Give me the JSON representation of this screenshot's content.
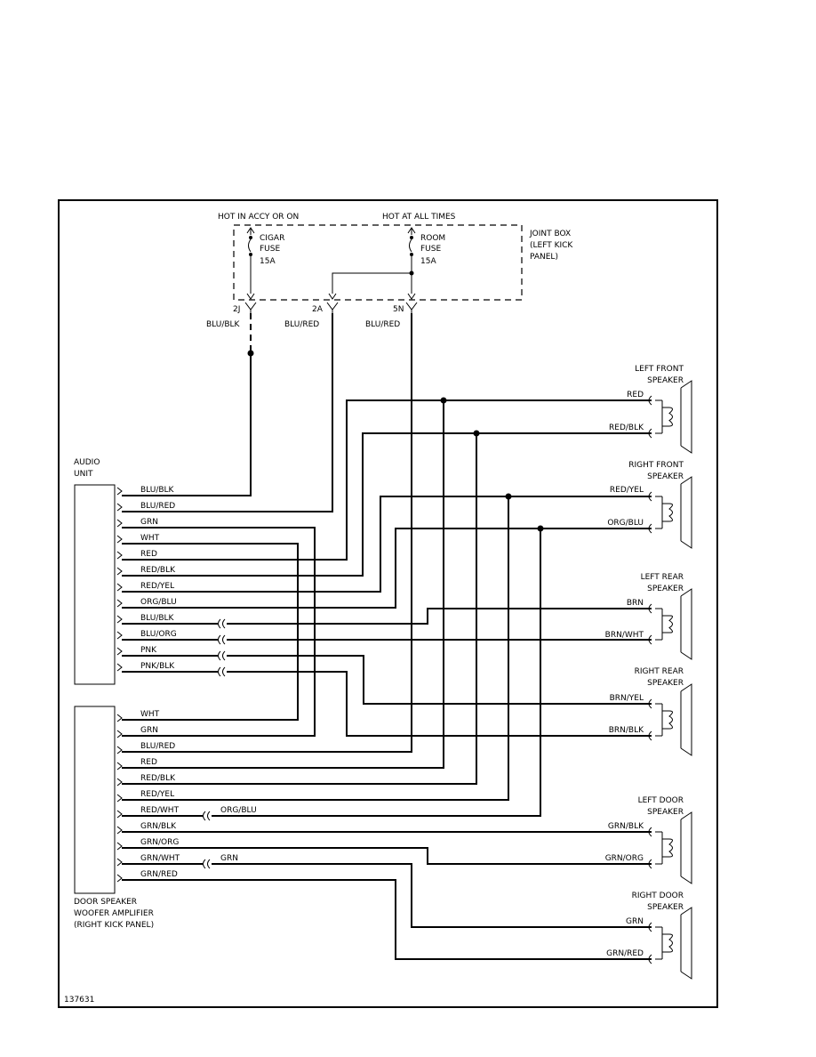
{
  "power": {
    "accy_label": "HOT IN ACCY OR ON",
    "all_times_label": "HOT AT ALL TIMES",
    "joint_box": [
      "JOINT BOX",
      "(LEFT KICK",
      "PANEL)"
    ],
    "fuse_cigar": [
      "CIGAR",
      "FUSE",
      "15A"
    ],
    "fuse_room": [
      "ROOM",
      "FUSE",
      "15A"
    ]
  },
  "connectors": [
    {
      "id": "2J",
      "wire": "BLU/BLK"
    },
    {
      "id": "2A",
      "wire": "BLU/RED"
    },
    {
      "id": "5N",
      "wire": "BLU/RED"
    }
  ],
  "audio_unit": {
    "title": [
      "AUDIO",
      "UNIT"
    ],
    "pins": [
      "BLU/BLK",
      "BLU/RED",
      "GRN",
      "WHT",
      "RED",
      "RED/BLK",
      "RED/YEL",
      "ORG/BLU",
      "BLU/BLK",
      "BLU/ORG",
      "PNK",
      "PNK/BLK"
    ]
  },
  "amplifier": {
    "title": [
      "DOOR SPEAKER",
      "WOOFER AMPLIFIER",
      "(RIGHT KICK PANEL)"
    ],
    "pins": [
      "WHT",
      "GRN",
      "BLU/RED",
      "RED",
      "RED/BLK",
      "RED/YEL",
      "RED/WHT",
      "GRN/BLK",
      "GRN/ORG",
      "GRN/WHT",
      "GRN/RED"
    ],
    "ext_labels": {
      "red_wht": "ORG/BLU",
      "grn_wht": "GRN"
    }
  },
  "speakers": [
    {
      "name": [
        "LEFT FRONT",
        "SPEAKER"
      ],
      "wires": [
        "RED",
        "RED/BLK"
      ]
    },
    {
      "name": [
        "RIGHT FRONT",
        "SPEAKER"
      ],
      "wires": [
        "RED/YEL",
        "ORG/BLU"
      ]
    },
    {
      "name": [
        "LEFT REAR",
        "SPEAKER"
      ],
      "wires": [
        "BRN",
        "BRN/WHT"
      ]
    },
    {
      "name": [
        "RIGHT REAR",
        "SPEAKER"
      ],
      "wires": [
        "BRN/YEL",
        "BRN/BLK"
      ]
    },
    {
      "name": [
        "LEFT DOOR",
        "SPEAKER"
      ],
      "wires": [
        "GRN/BLK",
        "GRN/ORG"
      ]
    },
    {
      "name": [
        "RIGHT DOOR",
        "SPEAKER"
      ],
      "wires": [
        "GRN",
        "GRN/RED"
      ]
    }
  ],
  "figure_id": "137631"
}
